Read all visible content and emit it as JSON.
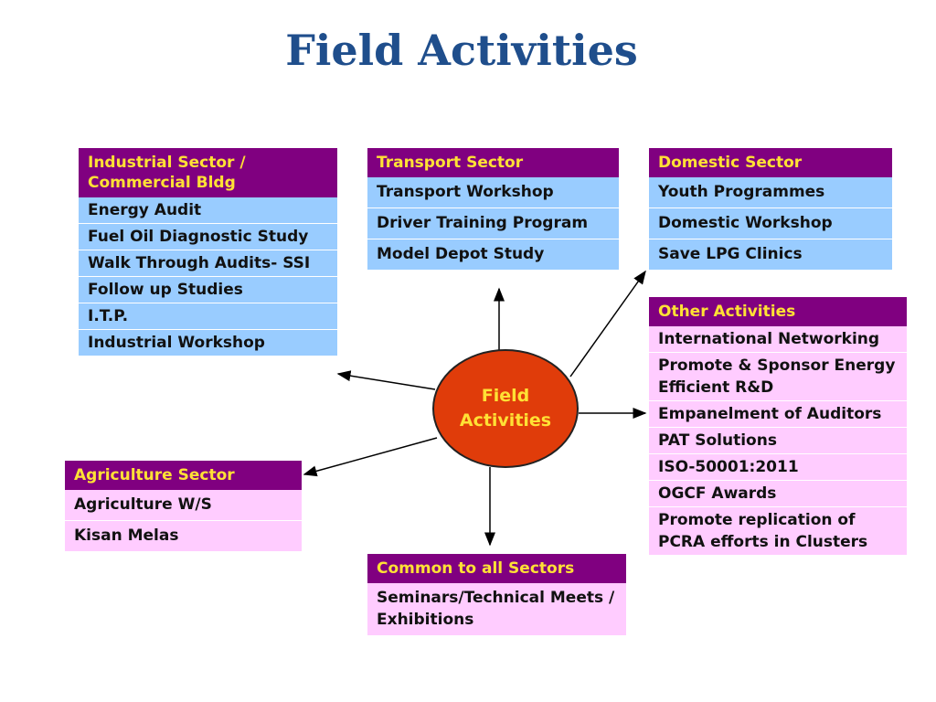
{
  "title": "Field Activities",
  "center": {
    "label_line1": "Field",
    "label_line2": "Activities"
  },
  "industrial": {
    "header": "Industrial Sector / Commercial Bldg",
    "items": [
      "Energy Audit",
      "Fuel Oil Diagnostic Study",
      "Walk Through Audits- SSI",
      "Follow up Studies",
      "I.T.P.",
      "Industrial Workshop"
    ]
  },
  "transport": {
    "header": "Transport Sector",
    "items": [
      "Transport Workshop",
      "Driver Training Program",
      "Model Depot Study"
    ]
  },
  "domestic": {
    "header": "Domestic Sector",
    "items": [
      "Youth Programmes",
      "Domestic Workshop",
      "Save LPG Clinics"
    ]
  },
  "other": {
    "header": "Other Activities",
    "items": [
      "International Networking",
      "Promote & Sponsor Energy Efficient R&D",
      "Empanelment of Auditors",
      "PAT Solutions",
      "ISO-50001:2011",
      "OGCF Awards",
      "Promote replication of PCRA efforts in Clusters"
    ]
  },
  "agriculture": {
    "header": "Agriculture Sector",
    "items": [
      "Agriculture W/S",
      "Kisan Melas"
    ]
  },
  "common": {
    "header": "Common to all Sectors",
    "items": [
      "Seminars/Technical Meets / Exhibitions"
    ]
  },
  "colors": {
    "title": "#1f4e8c",
    "header_bg": "#800080",
    "header_text": "#ffe135",
    "blue_item": "#99ccff",
    "pink_item": "#ffccff",
    "circle": "#e03c0a"
  }
}
